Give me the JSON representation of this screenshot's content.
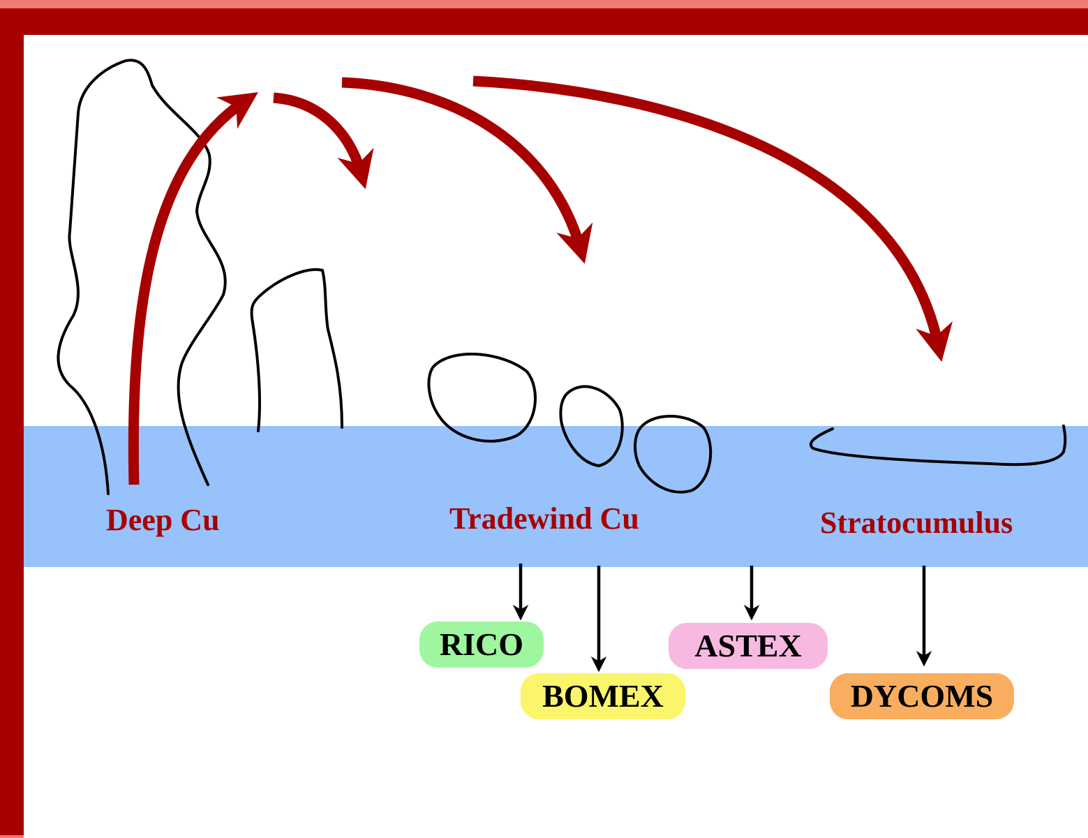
{
  "cloud_regimes": [
    {
      "id": "deep-cu",
      "label": "Deep Cu"
    },
    {
      "id": "tradewind-cu",
      "label": "Tradewind Cu"
    },
    {
      "id": "stratocumulus",
      "label": "Stratocumulus"
    }
  ],
  "campaigns": [
    {
      "id": "rico",
      "label": "RICO",
      "color": "#9ef79e"
    },
    {
      "id": "bomex",
      "label": "BOMEX",
      "color": "#fbf56b"
    },
    {
      "id": "astex",
      "label": "ASTEX",
      "color": "#f7b9e0"
    },
    {
      "id": "dycoms",
      "label": "DYCOMS",
      "color": "#f9ae5f"
    }
  ],
  "colors": {
    "frame": "#a70000",
    "outer_background": "#f07a74",
    "boundary_layer_band": "#97c2fb",
    "circulation_arrows": "#a70000",
    "cloud_outlines": "#000000"
  }
}
